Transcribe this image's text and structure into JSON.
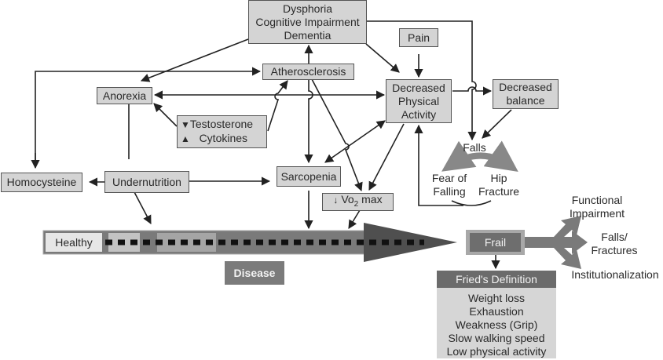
{
  "nodes": {
    "dysphoria": [
      "Dysphoria",
      "Cognitive Impairment",
      "Dementia"
    ],
    "pain": "Pain",
    "atherosclerosis": "Atherosclerosis",
    "anorexia": "Anorexia",
    "decreased_physical_activity": [
      "Decreased",
      "Physical",
      "Activity"
    ],
    "decreased_balance": [
      "Decreased",
      "balance"
    ],
    "testosterone_cytokines": {
      "testosterone": "Testosterone",
      "testosterone_direction": "down",
      "cytokines": "Cytokines",
      "cytokines_direction": "up"
    },
    "homocysteine": "Homocysteine",
    "undernutrition": "Undernutrition",
    "sarcopenia": "Sarcopenia",
    "vo2max": {
      "prefix": "Vo",
      "subscript": "2",
      "suffix": " max",
      "direction": "down"
    },
    "falls": "Falls",
    "fear_of_falling": [
      "Fear of",
      "Falling"
    ],
    "hip_fracture": [
      "Hip",
      "Fracture"
    ]
  },
  "timeline": {
    "healthy": "Healthy",
    "disease": "Disease",
    "frail": "Frail"
  },
  "outcomes": {
    "functional_impairment": [
      "Functional",
      "Impairment"
    ],
    "falls_fractures": [
      "Falls/",
      "Fractures"
    ],
    "institutionalization": "Institutionalization"
  },
  "fried_definition": {
    "title": "Fried's Definition",
    "criteria": [
      "Weight loss",
      "Exhaustion",
      "Weakness (Grip)",
      "Slow walking speed",
      "Low physical activity"
    ]
  },
  "colors": {
    "box_fill": "#d4d4d4",
    "box_border": "#555555",
    "arrow": "#222222",
    "bar": "#7a7a7a",
    "bar_head": "#4f4f4f",
    "frail_fill": "#6e6e6e",
    "fried_header": "#6b6b6b",
    "fried_body": "#d6d6d6",
    "disease_fill": "#7b7b7b"
  }
}
